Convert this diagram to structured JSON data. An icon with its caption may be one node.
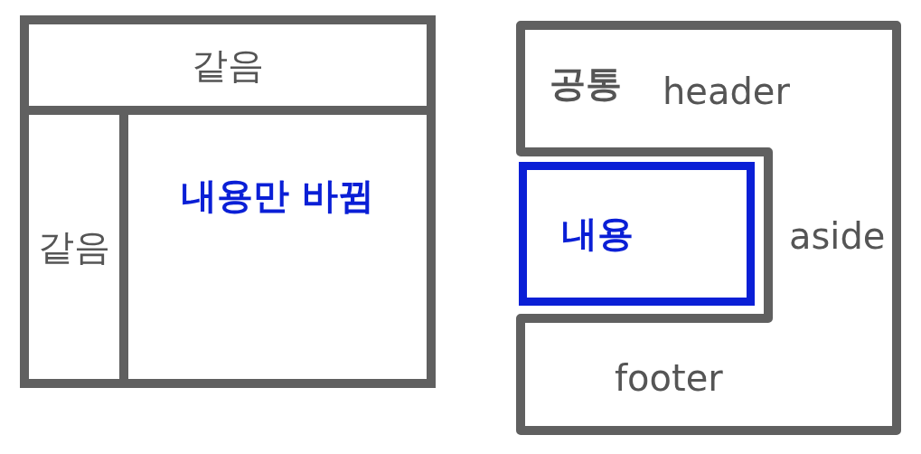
{
  "diagram": {
    "nodes": [
      {
        "text": [],
        "shape": "box"
      },
      {
        "text": [
          "같음"
        ],
        "in": 0
      },
      {
        "text": [
          "같음"
        ],
        "in": 0
      },
      {
        "text": [
          "내용만 바뀜"
        ],
        "in": 0
      },
      {
        "text": [
          "공통",
          "header",
          "aside",
          "footer"
        ]
      },
      {
        "text": [
          "내용"
        ]
      }
    ],
    "edges": []
  }
}
